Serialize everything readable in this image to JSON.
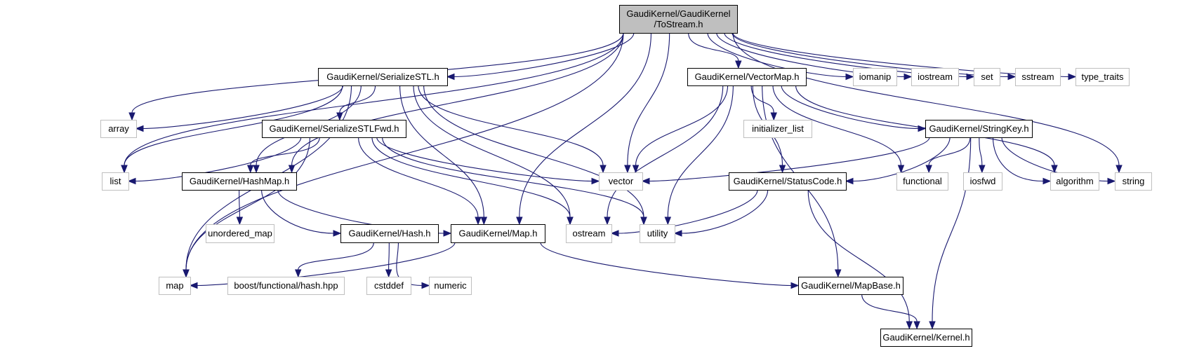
{
  "title": "GaudiKernel/GaudiKernel/ToStream.h include dependency graph",
  "colors": {
    "edge": "#191970",
    "root_fill": "#bfbfbf",
    "local_border": "#000000",
    "system_border": "#bfbfbf"
  },
  "nodes": [
    {
      "id": "tostream",
      "label": [
        "GaudiKernel/GaudiKernel",
        "/ToStream.h"
      ],
      "kind": "root"
    },
    {
      "id": "serializestl",
      "label": [
        "GaudiKernel/SerializeSTL.h"
      ],
      "kind": "local"
    },
    {
      "id": "vectormap",
      "label": [
        "GaudiKernel/VectorMap.h"
      ],
      "kind": "local"
    },
    {
      "id": "iomanip",
      "label": [
        "iomanip"
      ],
      "kind": "system"
    },
    {
      "id": "iostream",
      "label": [
        "iostream"
      ],
      "kind": "system"
    },
    {
      "id": "set",
      "label": [
        "set"
      ],
      "kind": "system"
    },
    {
      "id": "sstream",
      "label": [
        "sstream"
      ],
      "kind": "system"
    },
    {
      "id": "type_traits",
      "label": [
        "type_traits"
      ],
      "kind": "system"
    },
    {
      "id": "array",
      "label": [
        "array"
      ],
      "kind": "system"
    },
    {
      "id": "serializestlfwd",
      "label": [
        "GaudiKernel/SerializeSTLFwd.h"
      ],
      "kind": "local"
    },
    {
      "id": "initializer_list",
      "label": [
        "initializer_list"
      ],
      "kind": "system"
    },
    {
      "id": "stringkey",
      "label": [
        "GaudiKernel/StringKey.h"
      ],
      "kind": "local"
    },
    {
      "id": "list",
      "label": [
        "list"
      ],
      "kind": "system"
    },
    {
      "id": "hashmap",
      "label": [
        "GaudiKernel/HashMap.h"
      ],
      "kind": "local"
    },
    {
      "id": "vector",
      "label": [
        "vector"
      ],
      "kind": "system"
    },
    {
      "id": "statuscode",
      "label": [
        "GaudiKernel/StatusCode.h"
      ],
      "kind": "local"
    },
    {
      "id": "functional",
      "label": [
        "functional"
      ],
      "kind": "system"
    },
    {
      "id": "iosfwd",
      "label": [
        "iosfwd"
      ],
      "kind": "system"
    },
    {
      "id": "algorithm",
      "label": [
        "algorithm"
      ],
      "kind": "system"
    },
    {
      "id": "string",
      "label": [
        "string"
      ],
      "kind": "system"
    },
    {
      "id": "unordered_map",
      "label": [
        "unordered_map"
      ],
      "kind": "system"
    },
    {
      "id": "hash",
      "label": [
        "GaudiKernel/Hash.h"
      ],
      "kind": "local"
    },
    {
      "id": "map_h",
      "label": [
        "GaudiKernel/Map.h"
      ],
      "kind": "local"
    },
    {
      "id": "ostream",
      "label": [
        "ostream"
      ],
      "kind": "system"
    },
    {
      "id": "utility",
      "label": [
        "utility"
      ],
      "kind": "system"
    },
    {
      "id": "map",
      "label": [
        "map"
      ],
      "kind": "system"
    },
    {
      "id": "boost_hash",
      "label": [
        "boost/functional/hash.hpp"
      ],
      "kind": "system"
    },
    {
      "id": "cstddef",
      "label": [
        "cstddef"
      ],
      "kind": "system"
    },
    {
      "id": "numeric",
      "label": [
        "numeric"
      ],
      "kind": "system"
    },
    {
      "id": "mapbase",
      "label": [
        "GaudiKernel/MapBase.h"
      ],
      "kind": "local"
    },
    {
      "id": "kernel",
      "label": [
        "GaudiKernel/Kernel.h"
      ],
      "kind": "local"
    }
  ],
  "edges": [
    [
      "tostream",
      "serializestl"
    ],
    [
      "tostream",
      "vectormap"
    ],
    [
      "tostream",
      "iomanip"
    ],
    [
      "tostream",
      "iostream"
    ],
    [
      "tostream",
      "set"
    ],
    [
      "tostream",
      "sstream"
    ],
    [
      "tostream",
      "type_traits"
    ],
    [
      "tostream",
      "array"
    ],
    [
      "tostream",
      "list"
    ],
    [
      "tostream",
      "hashmap"
    ],
    [
      "tostream",
      "vector"
    ],
    [
      "tostream",
      "map_h"
    ],
    [
      "tostream",
      "map"
    ],
    [
      "tostream",
      "string"
    ],
    [
      "serializestl",
      "array"
    ],
    [
      "serializestl",
      "list"
    ],
    [
      "serializestl",
      "hashmap"
    ],
    [
      "serializestl",
      "serializestlfwd"
    ],
    [
      "serializestl",
      "map"
    ],
    [
      "serializestl",
      "vector"
    ],
    [
      "serializestl",
      "map_h"
    ],
    [
      "serializestl",
      "ostream"
    ],
    [
      "serializestl",
      "utility"
    ],
    [
      "serializestlfwd",
      "list"
    ],
    [
      "serializestlfwd",
      "hashmap"
    ],
    [
      "serializestlfwd",
      "map"
    ],
    [
      "serializestlfwd",
      "map_h"
    ],
    [
      "serializestlfwd",
      "vector"
    ],
    [
      "serializestlfwd",
      "ostream"
    ],
    [
      "serializestlfwd",
      "utility"
    ],
    [
      "vectormap",
      "vector"
    ],
    [
      "vectormap",
      "initializer_list"
    ],
    [
      "vectormap",
      "ostream"
    ],
    [
      "vectormap",
      "utility"
    ],
    [
      "vectormap",
      "statuscode"
    ],
    [
      "vectormap",
      "mapbase"
    ],
    [
      "vectormap",
      "functional"
    ],
    [
      "vectormap",
      "stringkey"
    ],
    [
      "vectormap",
      "algorithm"
    ],
    [
      "stringkey",
      "vector"
    ],
    [
      "stringkey",
      "statuscode"
    ],
    [
      "stringkey",
      "functional"
    ],
    [
      "stringkey",
      "iosfwd"
    ],
    [
      "stringkey",
      "algorithm"
    ],
    [
      "stringkey",
      "string"
    ],
    [
      "stringkey",
      "kernel"
    ],
    [
      "hashmap",
      "unordered_map"
    ],
    [
      "hashmap",
      "hash"
    ],
    [
      "hashmap",
      "map_h"
    ],
    [
      "hash",
      "boost_hash"
    ],
    [
      "hash",
      "cstddef"
    ],
    [
      "hash",
      "numeric"
    ],
    [
      "map_h",
      "map"
    ],
    [
      "map_h",
      "mapbase"
    ],
    [
      "statuscode",
      "ostream"
    ],
    [
      "statuscode",
      "utility"
    ],
    [
      "statuscode",
      "kernel"
    ],
    [
      "mapbase",
      "kernel"
    ]
  ]
}
